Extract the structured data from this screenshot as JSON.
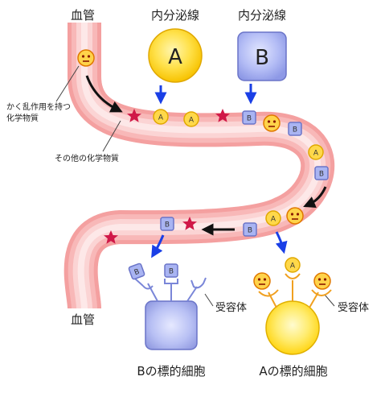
{
  "labels": {
    "blood_vessel_top": "血管",
    "blood_vessel_bottom": "血管",
    "gland_a_title": "内分泌線",
    "gland_b_title": "内分泌線",
    "gland_a_letter": "A",
    "gland_b_letter": "B",
    "disruptor_line1": "かく乱作用を持つ",
    "disruptor_line2": "化学物質",
    "other_chemicals": "その他の化学物質",
    "receptor_b": "受容体",
    "receptor_a": "受容体",
    "target_b": "Bの標的細胞",
    "target_a": "Aの標的細胞",
    "hormone_a_letter": "A",
    "hormone_b_letter": "B"
  },
  "colors": {
    "vessel_edge": "#f08080",
    "vessel_core": "#fde0e0",
    "hormone_a_fill": "#ffd84a",
    "hormone_a_stroke": "#e0a800",
    "hormone_b_fill": "#a9b4f2",
    "hormone_b_stroke": "#6a74c8",
    "star": "#d01848",
    "face_fill": "#ffd34a",
    "face_stroke": "#e07800",
    "arrow_blue": "#1a3fe6",
    "arrow_black": "#111111",
    "receptor_a": "#f0a020",
    "receptor_b": "#7a86d8"
  },
  "icons": [
    "hormone-a-icon",
    "hormone-b-icon",
    "disruptor-face-icon",
    "star-chemical-icon"
  ]
}
